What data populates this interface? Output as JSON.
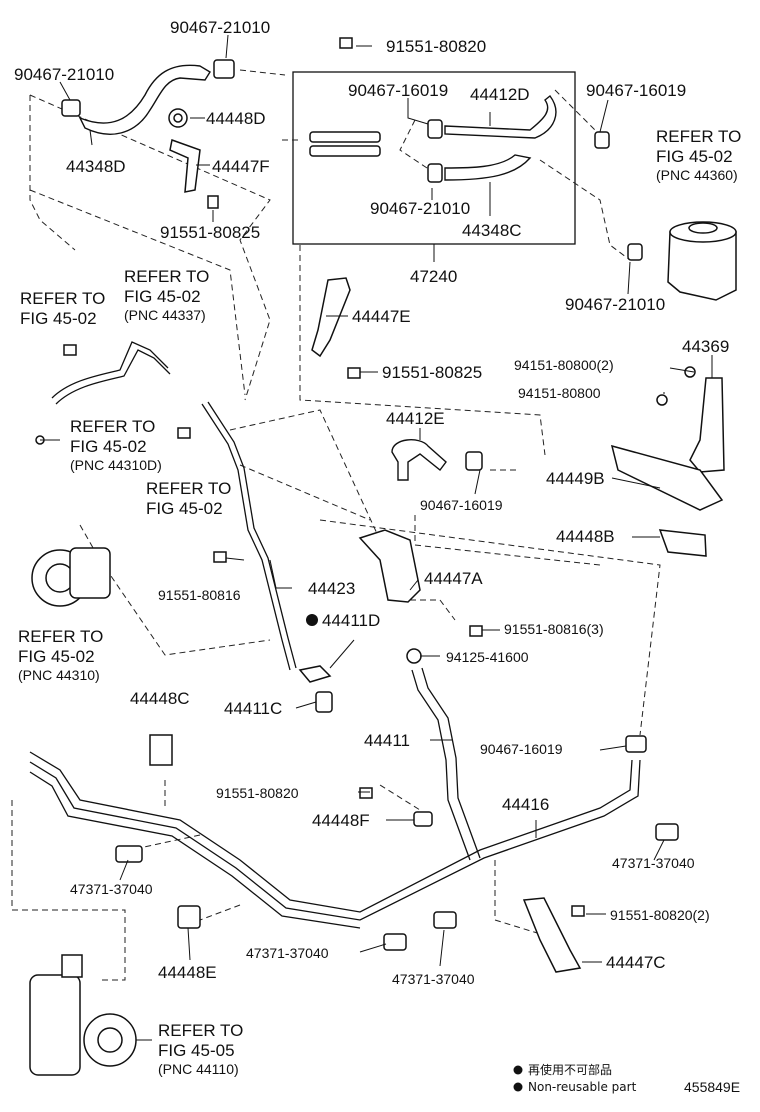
{
  "labels": {
    "p1": "90467-21010",
    "p2": "90467-21010",
    "p3": "44448D",
    "p4": "44348D",
    "p5": "44447F",
    "p6": "91551-80825",
    "p7": "91551-80820",
    "p8": "90467-16019",
    "p9": "44412D",
    "p10": "90467-16019",
    "p11": "90467-21010",
    "p12": "44348C",
    "p13": "47240",
    "p14": "90467-21010",
    "p15": "44447E",
    "p16": "91551-80825",
    "p17": "44369",
    "p18": "94151-80800(2)",
    "p19": "94151-80800",
    "p20": "44412E",
    "p21": "44449B",
    "p22": "90467-16019",
    "p23": "44448B",
    "p24": "44423",
    "p25": "44447A",
    "p26": "91551-80816",
    "p27": "91551-80816(3)",
    "p28": "44411D",
    "p29": "94125-41600",
    "p30": "44411C",
    "p31": "44448C",
    "p32": "44411",
    "p33": "90467-16019",
    "p34": "91551-80820",
    "p35": "44416",
    "p36": "44448F",
    "p37": "47371-37040",
    "p38": "47371-37040",
    "p39": "91551-80820(2)",
    "p40": "47371-37040",
    "p41": "44448E",
    "p42": "47371-37040",
    "p43": "44447C"
  },
  "refs": {
    "r1": {
      "line1": "REFER TO",
      "line2": "FIG 45-02",
      "line3": "(PNC 44360)"
    },
    "r2": {
      "line1": "REFER TO",
      "line2": "FIG 45-02",
      "line3": "(PNC 44337)"
    },
    "r3": {
      "line1": "REFER TO",
      "line2": "FIG 45-02"
    },
    "r4": {
      "line1": "REFER TO",
      "line2": "FIG 45-02",
      "line3": "(PNC 44310D)"
    },
    "r5": {
      "line1": "REFER TO",
      "line2": "FIG 45-02"
    },
    "r6": {
      "line1": "REFER TO",
      "line2": "FIG 45-02",
      "line3": "(PNC 44310)"
    },
    "r7": {
      "line1": "REFER TO",
      "line2": "FIG 45-05",
      "line3": "(PNC 44110)"
    }
  },
  "legend": {
    "japanese": "再使用不可部品",
    "english": "Non-reusable part"
  },
  "figure_id": "455849E"
}
